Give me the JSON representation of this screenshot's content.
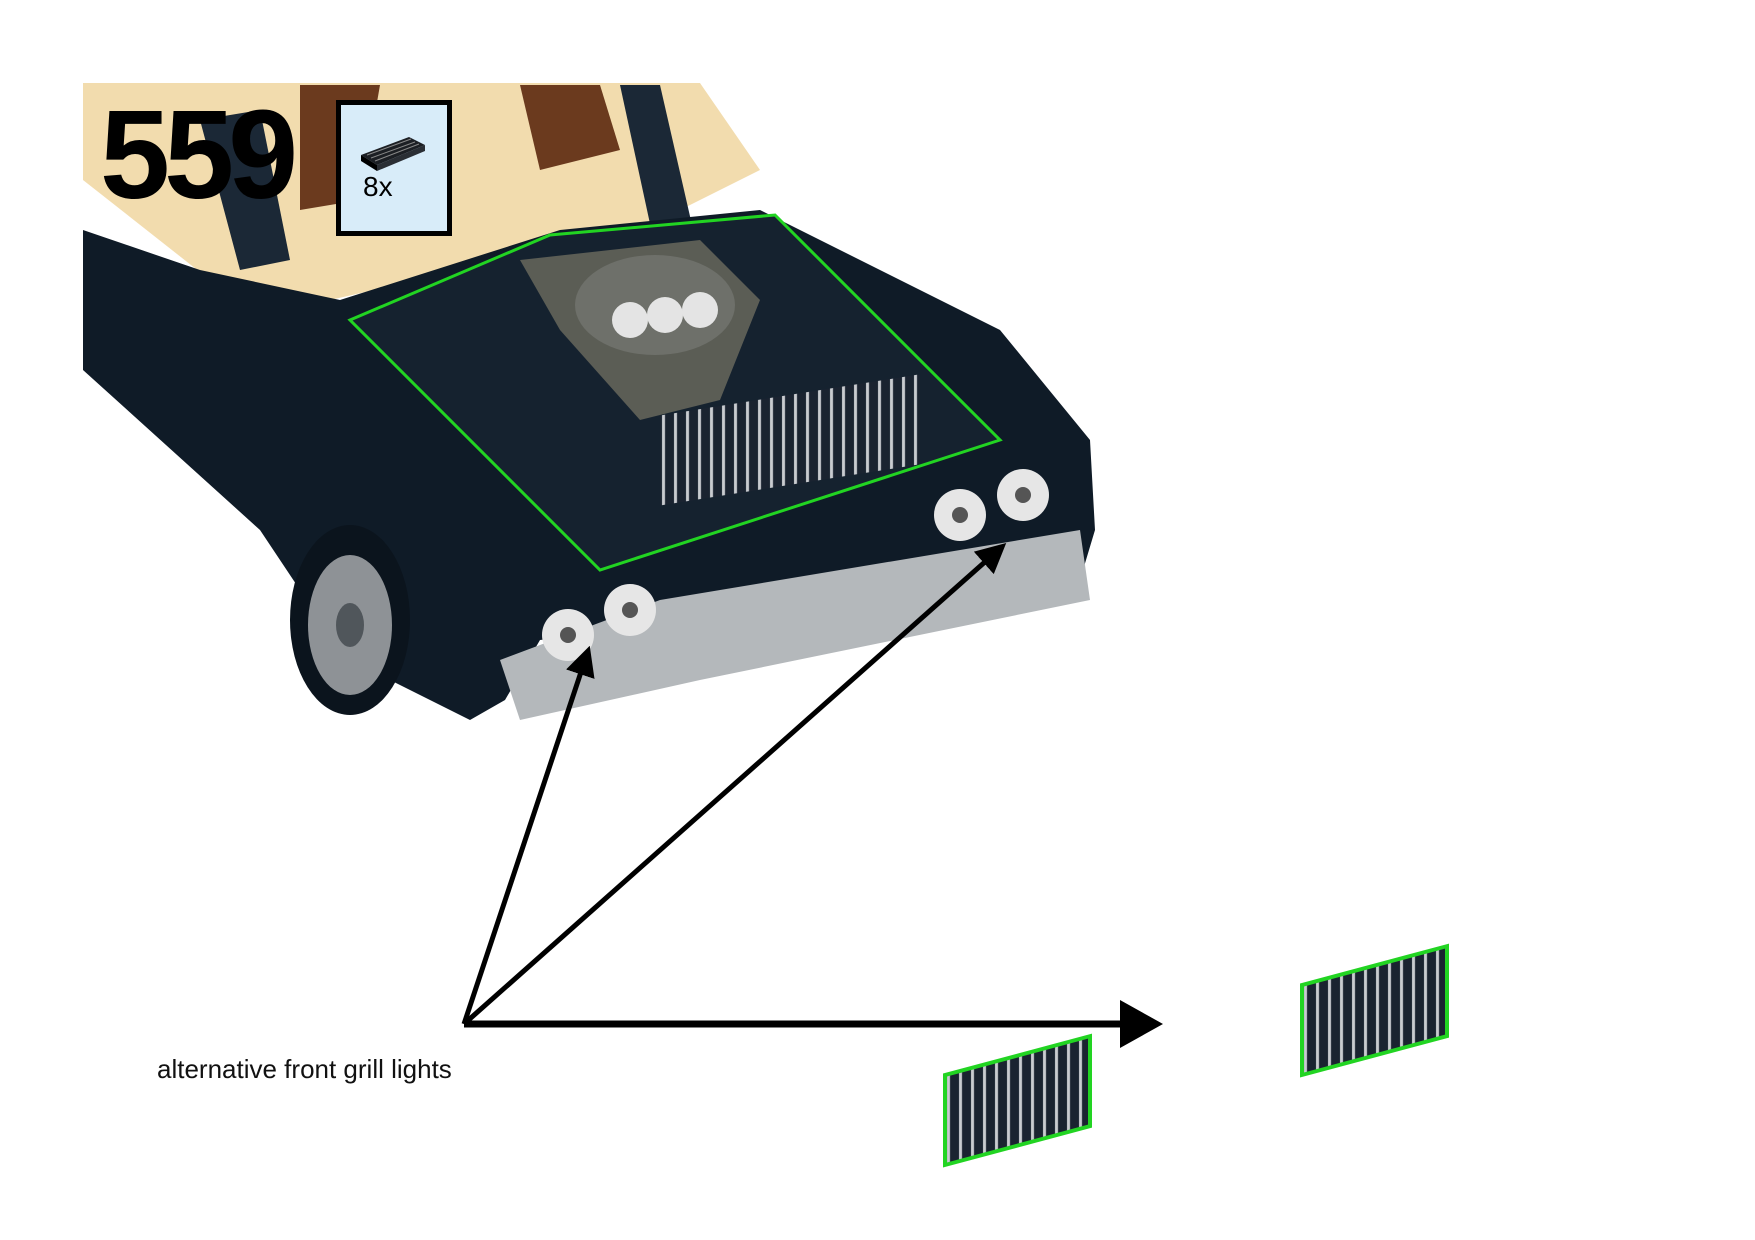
{
  "step": {
    "number": "559"
  },
  "parts_list": [
    {
      "part": "grille-tile-1x4",
      "quantity": "8x"
    }
  ],
  "callout": {
    "caption": "alternative front grill lights"
  },
  "colors": {
    "body": "#0f1b27",
    "interior_tan": "#f2dcae",
    "interior_brown": "#6b3a1e",
    "highlight": "#22d422",
    "parts_box": "#d8ecf9",
    "bumper": "#b4b8bb"
  }
}
